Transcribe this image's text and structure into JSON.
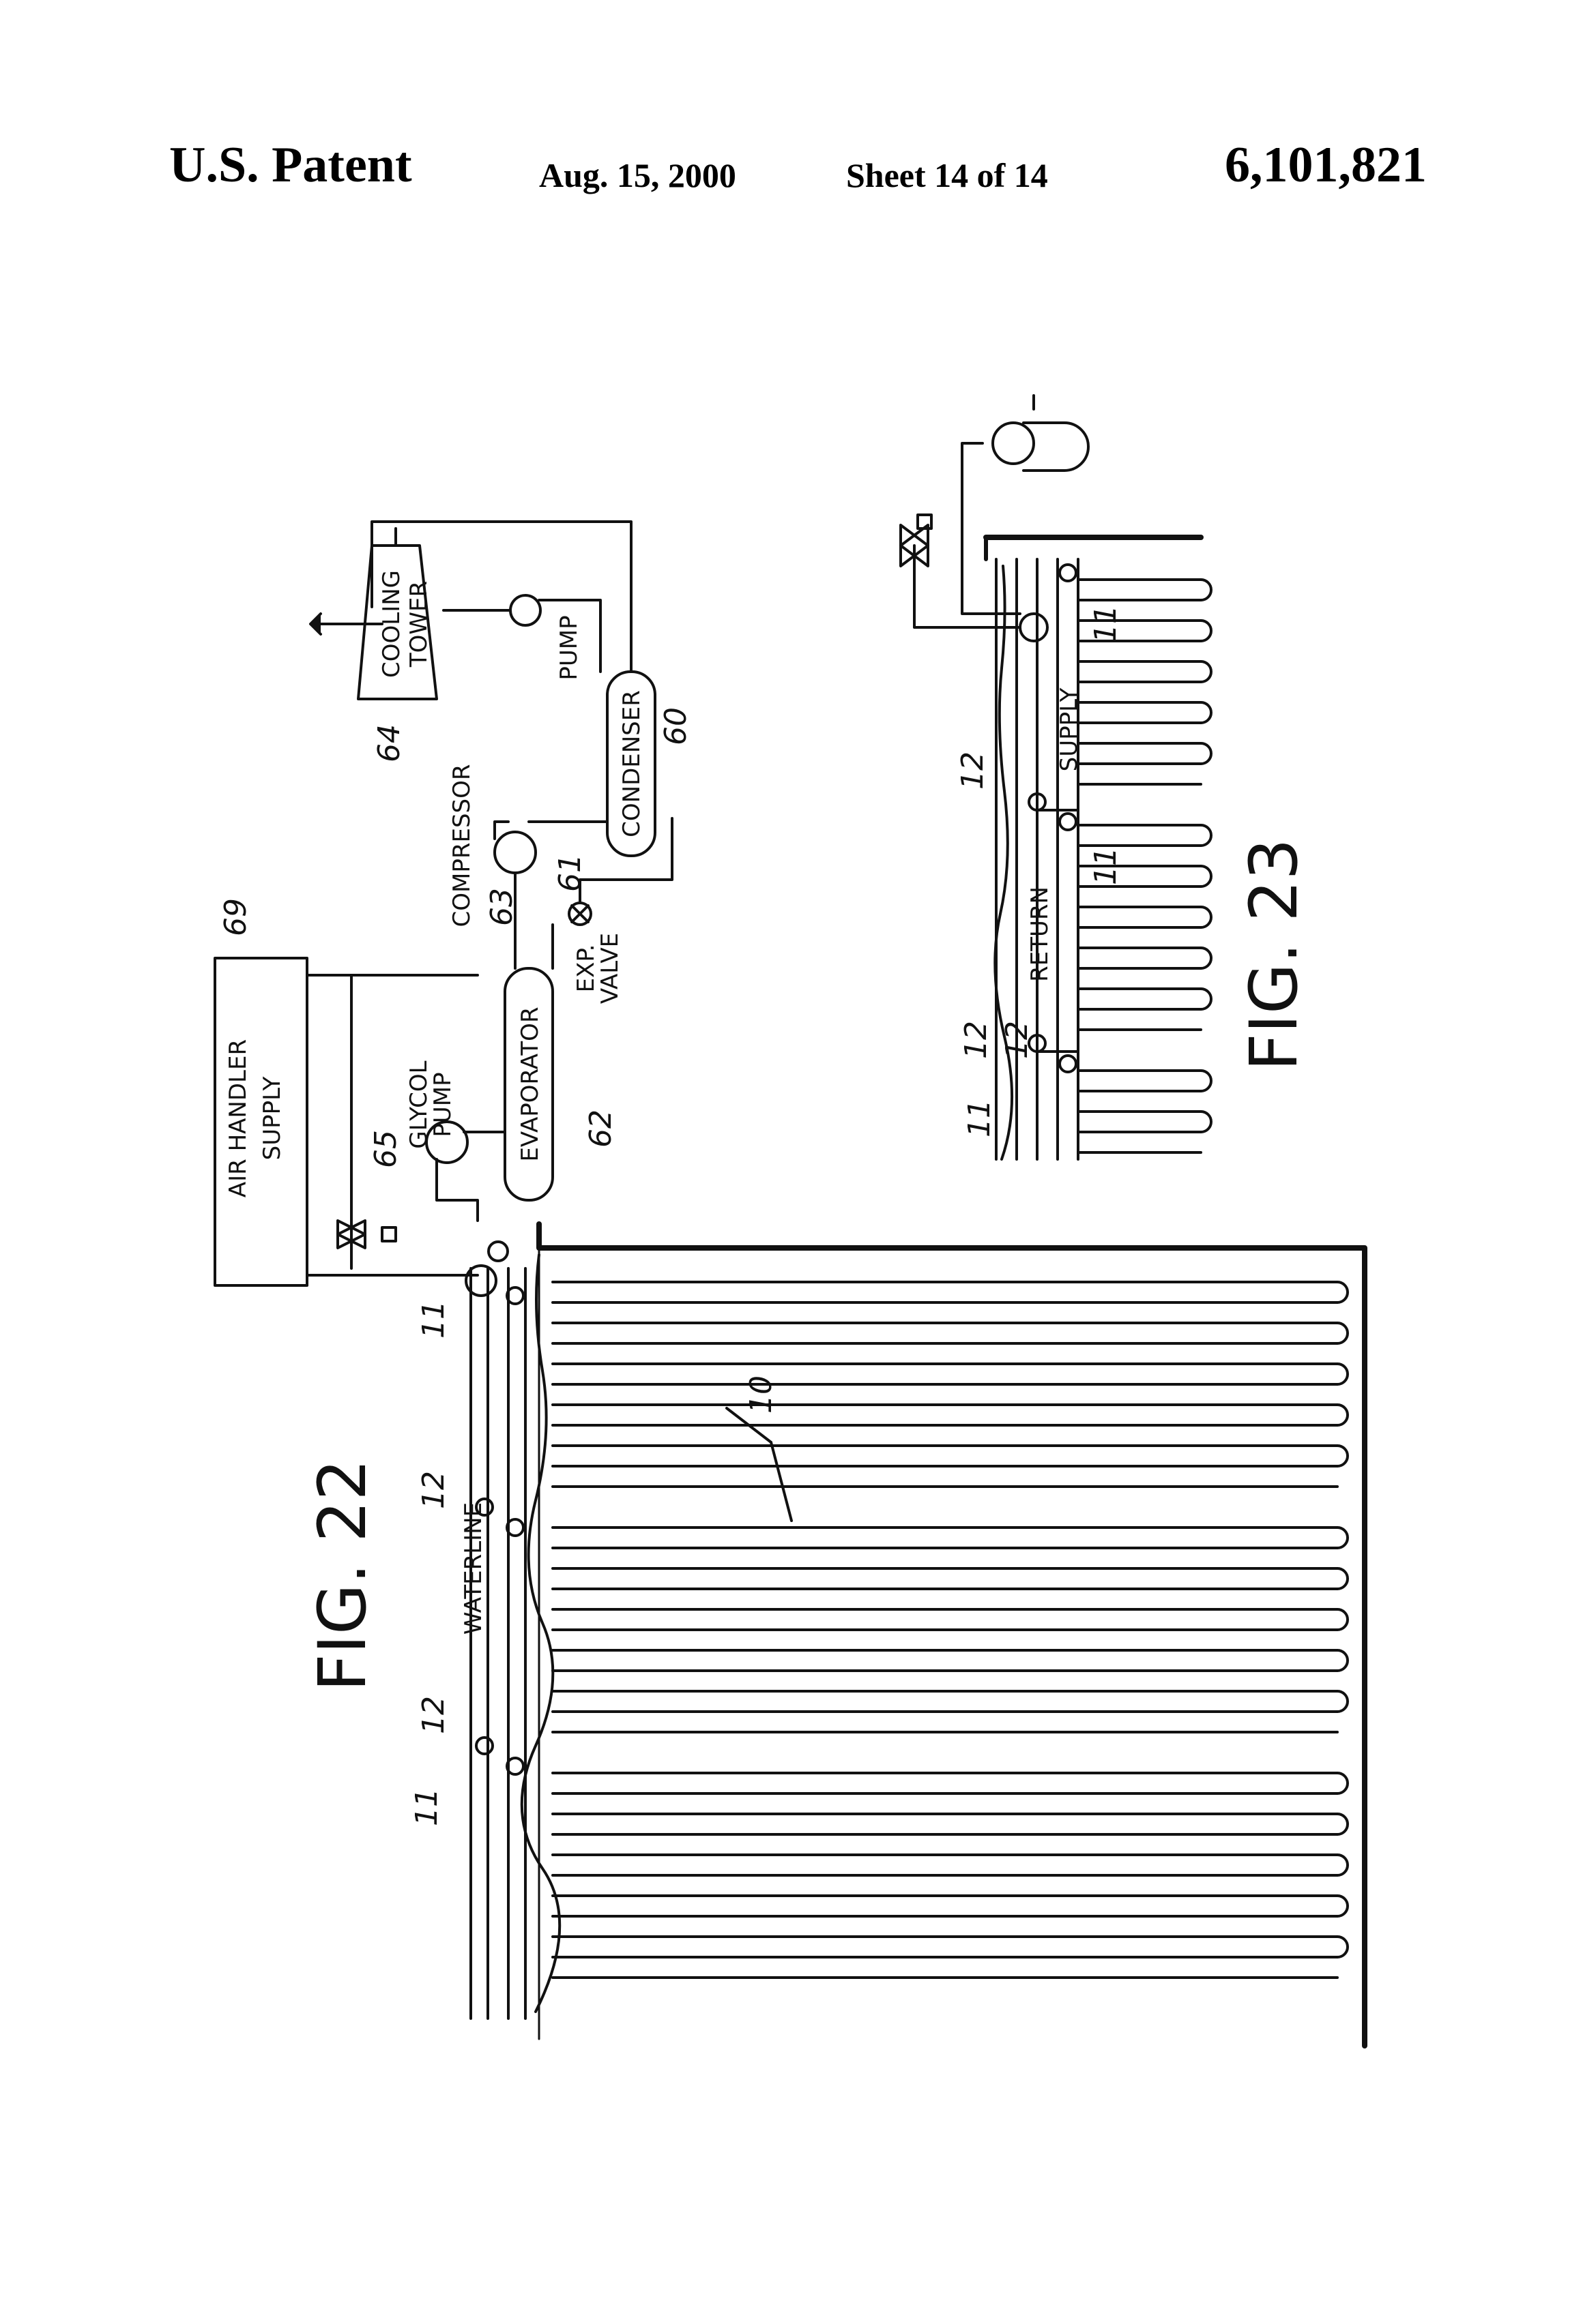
{
  "header": {
    "left": "U.S. Patent",
    "date": "Aug. 15, 2000",
    "sheet": "Sheet 14 of 14",
    "patent_number": "6,101,821"
  },
  "labels": {
    "air_handler_l1": "AIR HANDLER",
    "air_handler_l2": "SUPPLY",
    "glycol_l1": "GLYCOL",
    "glycol_l2": "PUMP",
    "evaporator": "EVAPORATOR",
    "exp_l1": "EXP.",
    "exp_l2": "VALVE",
    "compressor": "COMPRESSOR",
    "condenser": "CONDENSER",
    "pump": "PUMP",
    "cooling_l1": "COOLING",
    "cooling_l2": "TOWER",
    "waterline": "WATERLINE",
    "return": "RETURN",
    "supply": "SUPPLY"
  },
  "numerals": {
    "n69": "69",
    "n65": "65",
    "n62": "62",
    "n61": "61",
    "n63": "63",
    "n60": "60",
    "n64": "64",
    "n10": "10",
    "n11a": "11",
    "n12a": "12",
    "n12b": "12",
    "n11b": "11",
    "n12c": "12",
    "n11c": "11",
    "n12d": "12",
    "n11d": "11",
    "n12e": "12",
    "n11e": "11"
  },
  "figures": {
    "fig22": "FIG. 22",
    "fig23": "FIG. 23"
  }
}
